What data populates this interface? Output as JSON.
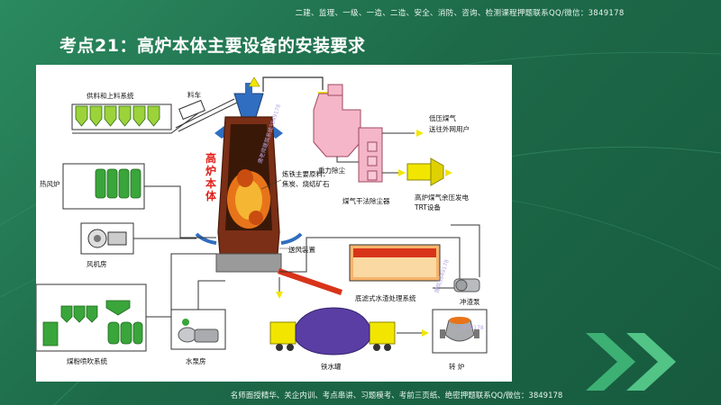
{
  "header": {
    "top_banner": "二建、监理、一级、一造、二造、安全、消防、咨询、检测课程押题联系QQ/微信：3849178",
    "page_title": "考点21：高炉本体主要设备的安装要求"
  },
  "diagram": {
    "labels": {
      "supply": "供料和上料系统",
      "skip_car": "料车",
      "gravity_dust": "重力除尘",
      "low_pressure_gas_1": "低压煤气",
      "low_pressure_gas_2": "送往外网用户",
      "hot_stove": "热风炉",
      "furnace_body_1": "高",
      "furnace_body_2": "炉",
      "furnace_body_3": "本",
      "furnace_body_4": "体",
      "raw_material_1": "炼铁主要原料：",
      "raw_material_2": "焦炭、烧结矿石",
      "dry_dust": "煤气干法除尘器",
      "trt_1": "高炉煤气余压发电",
      "trt_2": "TRT设备",
      "blower_room": "风机房",
      "tuyere": "送风装置",
      "slag_system": "底滤式水渣处理系统",
      "slag_pump": "冲渣泵",
      "coal_injection": "煤粉喷吹系统",
      "pump_room": "水泵房",
      "iron_ladle": "铁水罐",
      "converter": "转 炉"
    },
    "watermarks": [
      "唐老师建筑系统3849178",
      "建筑3849178",
      "3849178"
    ]
  },
  "footer": {
    "bottom_banner": "名师面授精华、关企内训、考点串讲、习题模考、考前三页纸、绝密押题联系QQ/微信：3849178"
  },
  "colors": {
    "background": "#1d6a49",
    "furnace_fire": "#e8741a",
    "pipe_yellow": "#f2e600",
    "steam_blue": "#2f6ec0",
    "equipment_green": "#3aa53a",
    "title_red": "#e0201b"
  }
}
